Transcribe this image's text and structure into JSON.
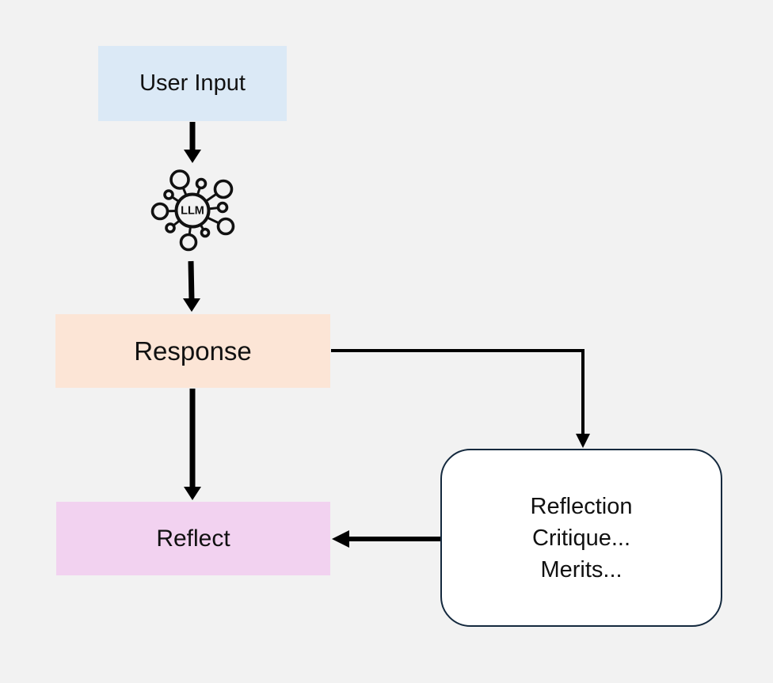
{
  "canvas": {
    "background_color": "#f2f2f2",
    "arrow_color": "#000000"
  },
  "nodes": {
    "user_input": {
      "label": "User Input",
      "fill": "#dbe9f6"
    },
    "llm": {
      "label": "LLM",
      "stroke": "#111111"
    },
    "response": {
      "label": "Response",
      "fill": "#fce5d6"
    },
    "reflect": {
      "label": "Reflect",
      "fill": "#f2d2f0"
    },
    "reflection": {
      "lines": [
        "Reflection",
        "Critique...",
        "Merits..."
      ],
      "fill": "#ffffff",
      "border": "#14293e"
    }
  },
  "edges": [
    {
      "name": "user-input-to-llm",
      "from": "user_input",
      "to": "llm"
    },
    {
      "name": "llm-to-response",
      "from": "llm",
      "to": "response"
    },
    {
      "name": "response-to-reflect",
      "from": "response",
      "to": "reflect"
    },
    {
      "name": "response-to-reflection",
      "from": "response",
      "to": "reflection"
    },
    {
      "name": "reflection-to-reflect",
      "from": "reflection",
      "to": "reflect"
    }
  ]
}
